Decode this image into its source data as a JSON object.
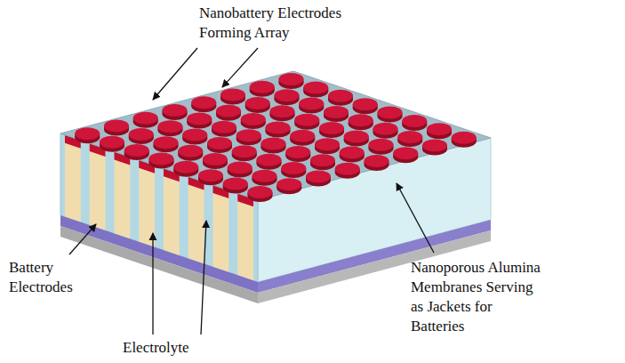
{
  "diagram": {
    "labels": [
      "Nanobattery Electrodes Forming Array",
      "Battery Electrodes",
      "Electrolyte",
      "Nanoporous Alumina Membranes Serving as Jackets for Batteries"
    ]
  }
}
